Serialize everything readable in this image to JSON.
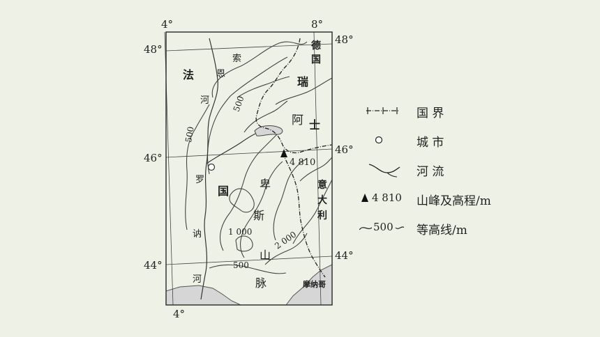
{
  "map": {
    "lon_labels_top": [
      "4°",
      "8°"
    ],
    "lon_labels_bottom": [
      "4°"
    ],
    "lat_labels_left": [
      "48°",
      "46°",
      "44°"
    ],
    "lat_labels_right": [
      "48°",
      "46°",
      "44°"
    ],
    "places": {
      "germany_1": "德",
      "germany_2": "国",
      "switzerland_1": "瑞",
      "switzerland_2": "士",
      "switzerland_mid": "阿",
      "italy_1": "意",
      "italy_2": "大",
      "italy_3": "利",
      "france_1": "法",
      "france_2": "国",
      "saone_1": "索",
      "saone_2": "恩",
      "saone_3": "河",
      "rhone_1": "罗",
      "rhone_2": "讷",
      "rhone_3": "河",
      "alps_1": "卑",
      "alps_2": "斯",
      "alps_3": "山",
      "alps_4": "脉",
      "monaco": "摩纳哥"
    },
    "peak_elevation": "4 810",
    "contours": [
      "500",
      "1 000",
      "2 000",
      "500"
    ],
    "colors": {
      "frame": "#333333",
      "sea": "#d6d6d6",
      "land": "#eef2e6",
      "line": "#444444"
    }
  },
  "legend": {
    "items": [
      {
        "icon": "border-icon",
        "label": "国 界"
      },
      {
        "icon": "city-icon",
        "label": "城 市"
      },
      {
        "icon": "river-icon",
        "label": "河 流"
      },
      {
        "icon": "peak-icon",
        "prefix": "4 810",
        "label": "山峰及高程/m"
      },
      {
        "icon": "contour-icon",
        "prefix": "500",
        "label": "等高线/m"
      }
    ]
  }
}
